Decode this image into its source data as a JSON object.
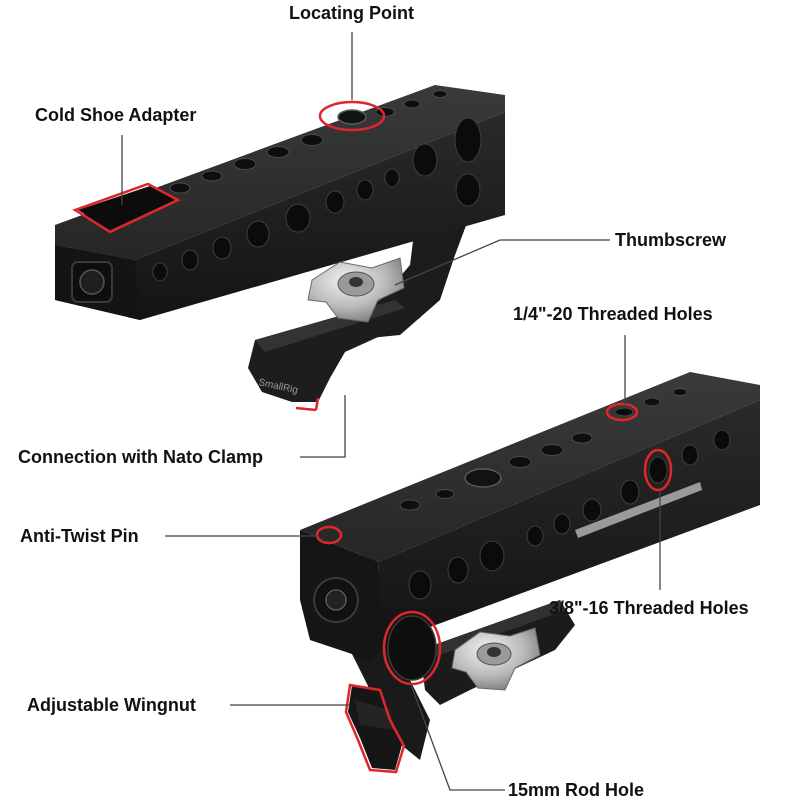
{
  "colors": {
    "background": "#ffffff",
    "metal_dark": "#1a1a1a",
    "metal_face": "#262626",
    "metal_top": "#303030",
    "highlight": "#e0262b",
    "leader": "#444444",
    "text": "#111111",
    "steel": "#c8c8c8"
  },
  "brand_engraving": "SmallRig",
  "callouts": {
    "locating_point": "Locating Point",
    "cold_shoe_adapter": "Cold Shoe Adapter",
    "thumbscrew": "Thumbscrew",
    "threaded_quarter": "1/4\"-20 Threaded Holes",
    "nato_connection": "Connection with Nato Clamp",
    "anti_twist_pin": "Anti-Twist Pin",
    "threaded_three_eighths": "3/8\"-16 Threaded Holes",
    "wingnut": "Adjustable Wingnut",
    "rod_hole": "15mm Rod Hole"
  }
}
